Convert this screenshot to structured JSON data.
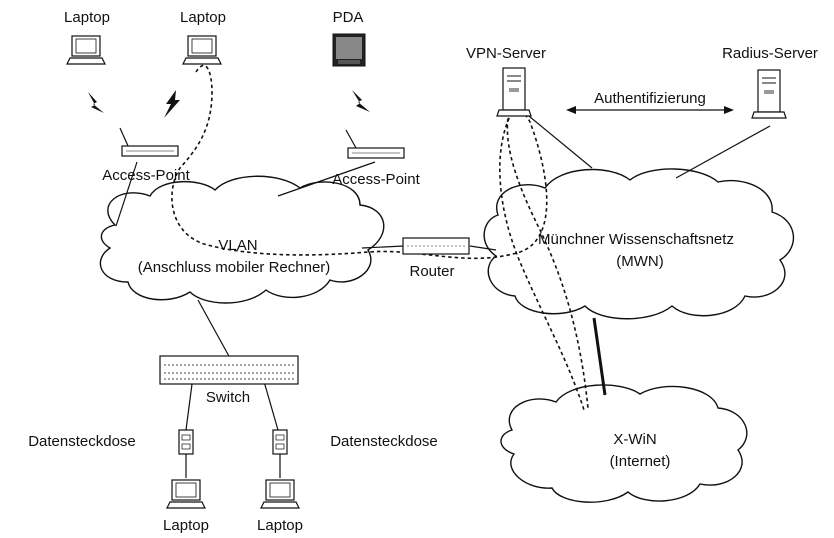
{
  "labels": {
    "laptop_top_left": "Laptop",
    "laptop_top_mid": "Laptop",
    "pda": "PDA",
    "vpn_server": "VPN-Server",
    "radius_server": "Radius-Server",
    "authentifizierung": "Authentifizierung",
    "access_point_left": "Access-Point",
    "access_point_right": "Access-Point",
    "vlan_line1": "VLAN",
    "vlan_line2": "(Anschluss mobiler Rechner)",
    "router": "Router",
    "mwn_line1": "Münchner Wissenschaftsnetz",
    "mwn_line2": "(MWN)",
    "switch": "Switch",
    "datensteckdose_left": "Datensteckdose",
    "datensteckdose_right": "Datensteckdose",
    "xwin_line1": "X-WiN",
    "xwin_line2": "(Internet)",
    "laptop_bottom_left": "Laptop",
    "laptop_bottom_right": "Laptop"
  },
  "icons": {
    "laptop": "laptop-icon",
    "pda": "pda-icon",
    "server": "server-icon",
    "access_point": "access-point-icon",
    "router": "router-icon",
    "switch": "switch-icon",
    "wall_socket": "wall-socket-icon",
    "wireless": "lightning-icon"
  }
}
